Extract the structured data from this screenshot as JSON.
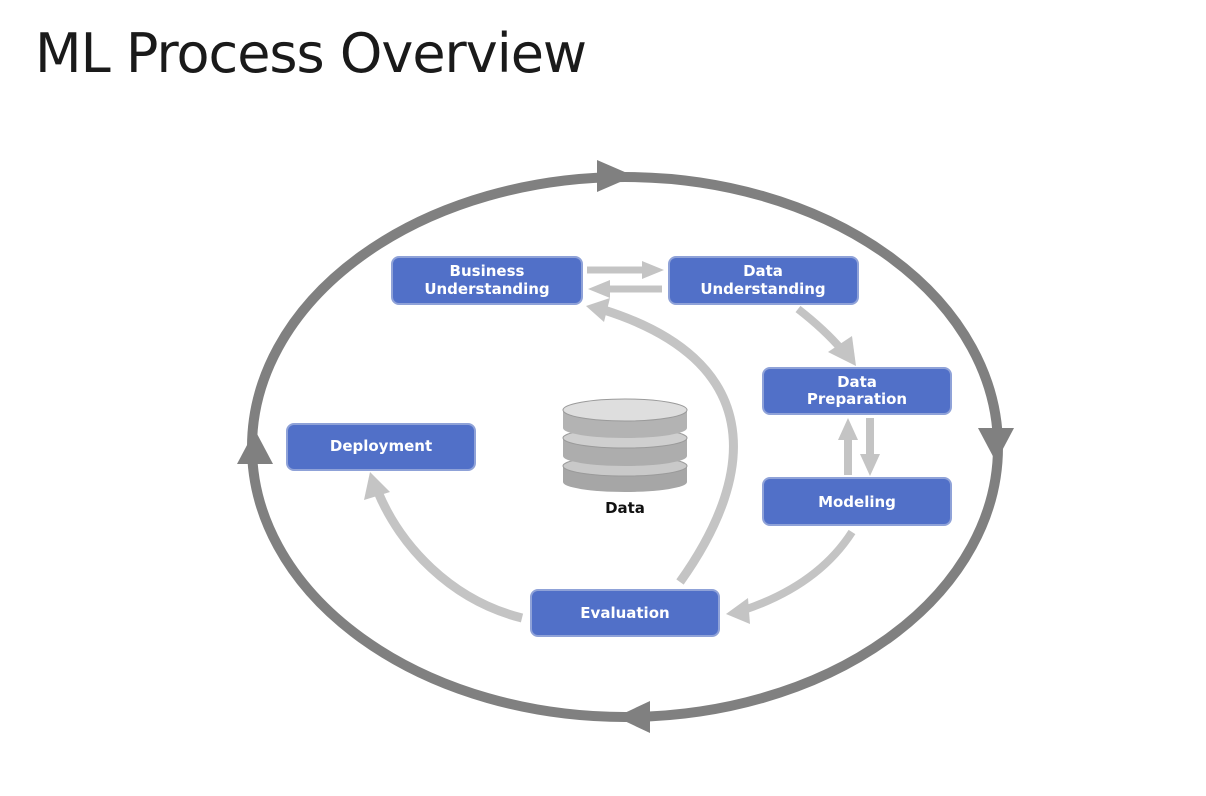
{
  "slide": {
    "title": "ML Process Overview"
  },
  "diagram": {
    "nodes": {
      "business_understanding": [
        "Business",
        "Understanding"
      ],
      "data_understanding": [
        "Data",
        "Understanding"
      ],
      "data_preparation": [
        "Data",
        "Preparation"
      ],
      "modeling": [
        "Modeling"
      ],
      "evaluation": [
        "Evaluation"
      ],
      "deployment": [
        "Deployment"
      ]
    },
    "data_store_label": "Data",
    "colors": {
      "node_fill": "#5170c8",
      "node_border": "#8fa2d8",
      "outer_cycle": "#808080",
      "inner_arrows": "#c4c4c4",
      "database": "#b8b8b8"
    }
  }
}
